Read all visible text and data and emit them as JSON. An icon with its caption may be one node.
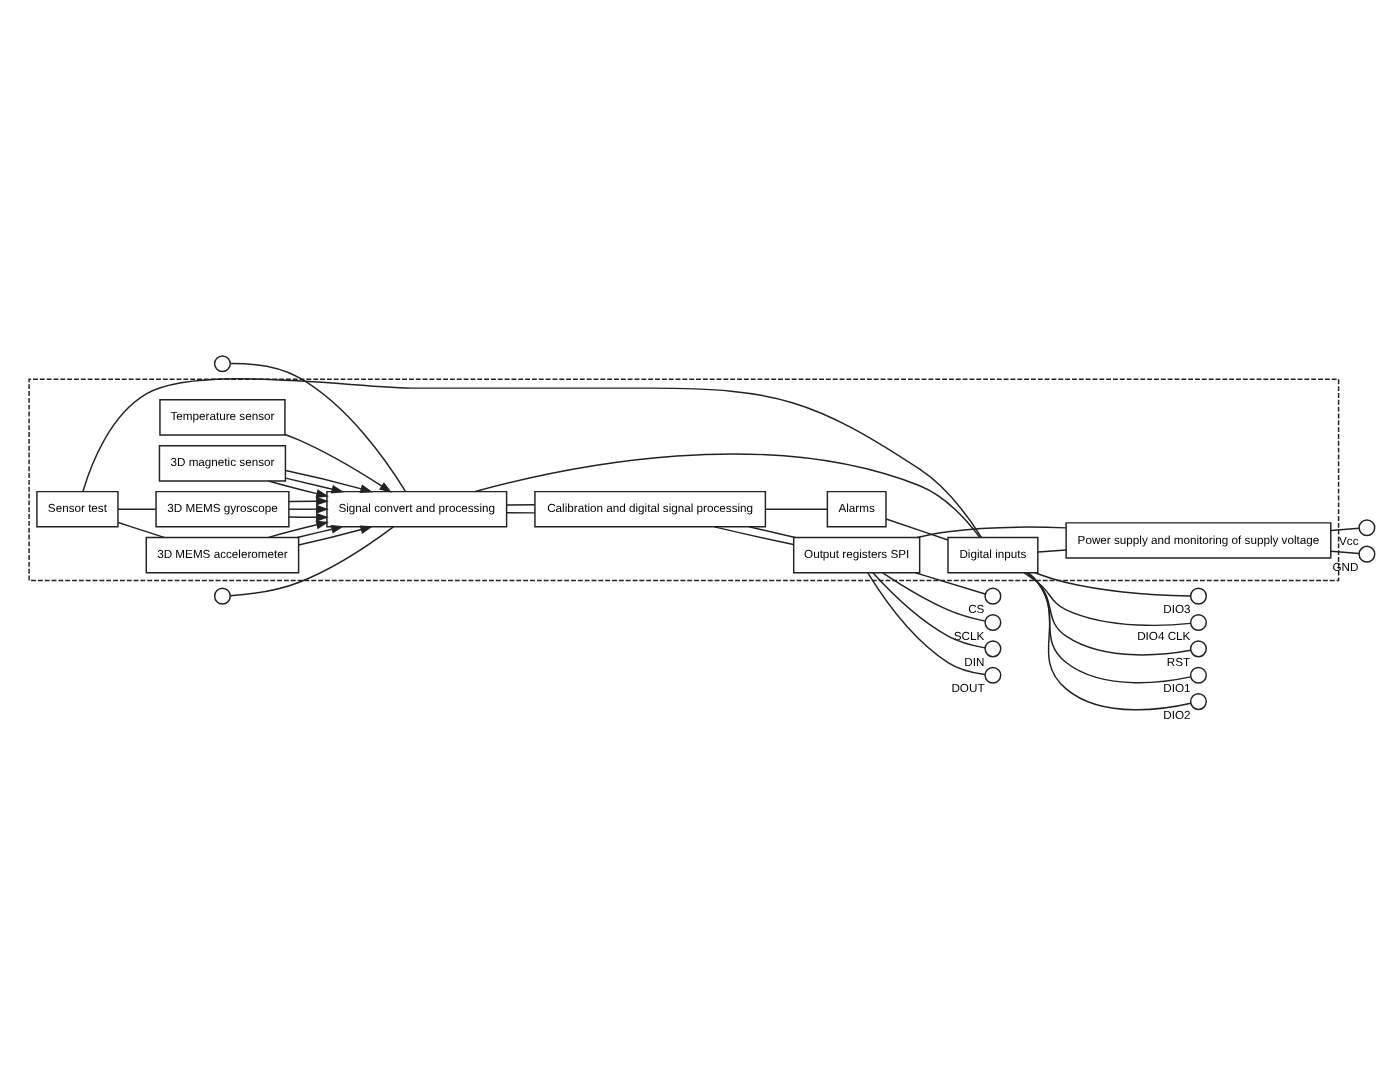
{
  "diagram": {
    "nodes": [
      {
        "text": [],
        "shape": "box"
      },
      {
        "text": [
          "Temperature sensor"
        ],
        "in": 0
      },
      {
        "text": [
          "3D MEMS gyroscope"
        ],
        "in": 0
      },
      {
        "text": [
          "3D MEMS accelerometer"
        ],
        "in": 0
      },
      {
        "text": [
          "3D magnetic sensor"
        ],
        "in": 0
      },
      {
        "text": [
          "Sensor test"
        ],
        "in": 0
      },
      {
        "text": [
          "Signal convert and processing"
        ],
        "in": 0
      },
      {
        "text": [
          "Calibration and digital signal processing"
        ],
        "in": 0
      },
      {
        "text": [
          "Output registers SPI"
        ],
        "in": 0
      },
      {
        "text": [
          "Alarms"
        ],
        "in": 0
      },
      {
        "text": [
          "Power supply and monitoring of supply voltage"
        ],
        "in": 0
      },
      {
        "text": [
          "Digital inputs"
        ],
        "in": 0
      },
      {
        "text": [],
        "shape": "circle"
      },
      {
        "text": [],
        "shape": "circle"
      },
      {
        "text": [],
        "shape": "circle",
        "beside": [
          "CS"
        ]
      },
      {
        "text": [],
        "shape": "circle",
        "beside": [
          "SCLK"
        ]
      },
      {
        "text": [],
        "shape": "circle",
        "beside": [
          "DIN"
        ]
      },
      {
        "text": [],
        "shape": "circle",
        "beside": [
          "DOUT"
        ]
      },
      {
        "text": [],
        "shape": "circle",
        "beside": [
          "Vcc"
        ]
      },
      {
        "text": [],
        "shape": "circle",
        "beside": [
          "GND"
        ]
      },
      {
        "text": [],
        "shape": "circle",
        "beside": [
          "RST"
        ]
      },
      {
        "text": [],
        "shape": "circle",
        "beside": [
          "DIO1"
        ]
      },
      {
        "text": [],
        "shape": "circle",
        "beside": [
          "DIO2"
        ]
      },
      {
        "text": [],
        "shape": "circle",
        "beside": [
          "DIO3"
        ]
      },
      {
        "text": [],
        "shape": "circle",
        "beside": [
          "DIO4",
          "CLK"
        ]
      }
    ],
    "edges": [
      {
        "from": 1,
        "to": 6,
        "arrow": "to"
      },
      {
        "from": 2,
        "to": 6,
        "arrow": "to"
      },
      {
        "from": 2,
        "to": 6,
        "arrow": "to"
      },
      {
        "from": 2,
        "to": 6,
        "arrow": "to"
      },
      {
        "from": 3,
        "to": 6,
        "arrow": "to"
      },
      {
        "from": 3,
        "to": 6,
        "arrow": "to"
      },
      {
        "from": 3,
        "to": 6,
        "arrow": "to"
      },
      {
        "from": 4,
        "to": 6,
        "arrow": "to"
      },
      {
        "from": 4,
        "to": 6,
        "arrow": "to"
      },
      {
        "from": 4,
        "to": 6,
        "arrow": "to"
      },
      {
        "from": 5,
        "to": 2,
        "arrow": "none"
      },
      {
        "from": 5,
        "to": 3,
        "arrow": "none"
      },
      {
        "from": 5,
        "to": 11,
        "arrow": "none"
      },
      {
        "from": 12,
        "to": 6,
        "arrow": "none"
      },
      {
        "from": 13,
        "to": 6,
        "arrow": "none"
      },
      {
        "from": 6,
        "to": 7,
        "arrow": "none"
      },
      {
        "from": 6,
        "to": 7,
        "arrow": "none"
      },
      {
        "from": 6,
        "to": 11,
        "arrow": "none"
      },
      {
        "from": 7,
        "to": 8,
        "arrow": "none"
      },
      {
        "from": 7,
        "to": 8,
        "arrow": "none"
      },
      {
        "from": 7,
        "to": 9,
        "arrow": "none"
      },
      {
        "from": 8,
        "to": 10,
        "arrow": "none"
      },
      {
        "from": 9,
        "to": 11,
        "arrow": "none"
      },
      {
        "from": 11,
        "to": 10,
        "arrow": "none"
      },
      {
        "from": 8,
        "to": 14,
        "arrow": "none"
      },
      {
        "from": 8,
        "to": 15,
        "arrow": "none"
      },
      {
        "from": 8,
        "to": 16,
        "arrow": "none"
      },
      {
        "from": 8,
        "to": 17,
        "arrow": "none"
      },
      {
        "from": 10,
        "to": 18,
        "arrow": "none"
      },
      {
        "from": 10,
        "to": 19,
        "arrow": "none"
      },
      {
        "from": 11,
        "to": 20,
        "arrow": "none"
      },
      {
        "from": 11,
        "to": 21,
        "arrow": "none"
      },
      {
        "from": 11,
        "to": 22,
        "arrow": "none"
      },
      {
        "from": 11,
        "to": 23,
        "arrow": "none"
      },
      {
        "from": 11,
        "to": 24,
        "arrow": "none"
      }
    ]
  }
}
